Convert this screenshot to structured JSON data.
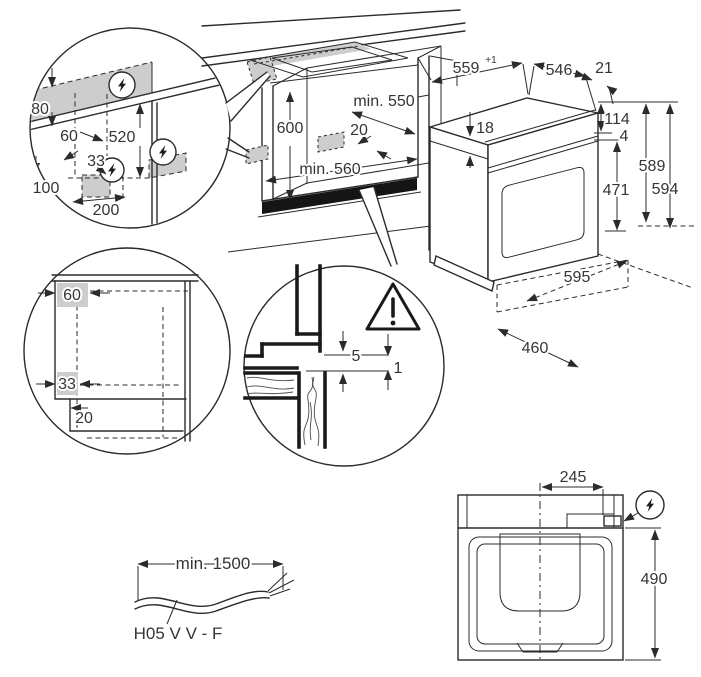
{
  "detail_wall": {
    "d80": "80",
    "d60": "60",
    "d520": "520",
    "d33": "33",
    "d100": "100",
    "d200": "200"
  },
  "cabinet": {
    "d600": "600",
    "min_depth": "min. 550",
    "d20": "20",
    "min_width": "min. 560"
  },
  "oven": {
    "niche_width": "559",
    "niche_width_tol": "+1",
    "depth_546": "546",
    "d21": "21",
    "d18": "18",
    "d114": "114",
    "d4": "4",
    "d471": "471",
    "d589": "589",
    "d594": "594",
    "width_595": "595",
    "depth_460": "460"
  },
  "detail_side": {
    "d60": "60",
    "d33": "33",
    "d20": "20"
  },
  "detail_front_gap": {
    "d5": "5",
    "d1": "1"
  },
  "cable": {
    "length": "min. 1500",
    "type": "H05 V V - F"
  },
  "top_view": {
    "d245": "245",
    "d490": "490"
  },
  "icons": {
    "power_bolt": "lightning bolt in circle",
    "warning": "exclamation triangle"
  },
  "colors": {
    "line": "#2b2b2b",
    "text": "#353535",
    "zone_fill": "#cdcdcd",
    "plinth": "#151515",
    "background": "#ffffff"
  }
}
